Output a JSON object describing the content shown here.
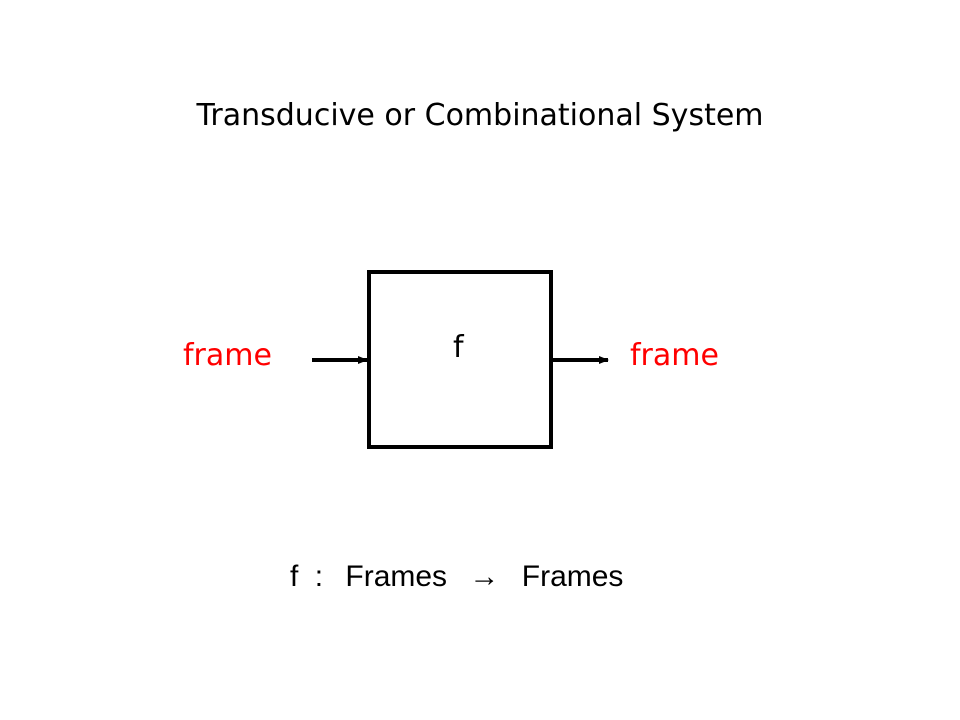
{
  "title": "Transducive or Combinational System",
  "box_label": "f",
  "input_label": "frame",
  "output_label": "frame",
  "signature": {
    "function": "f",
    "colon": ":",
    "domain": "Frames",
    "arrow": "→",
    "codomain": "Frames"
  },
  "colors": {
    "label": "#ff0000",
    "line": "#000000"
  }
}
